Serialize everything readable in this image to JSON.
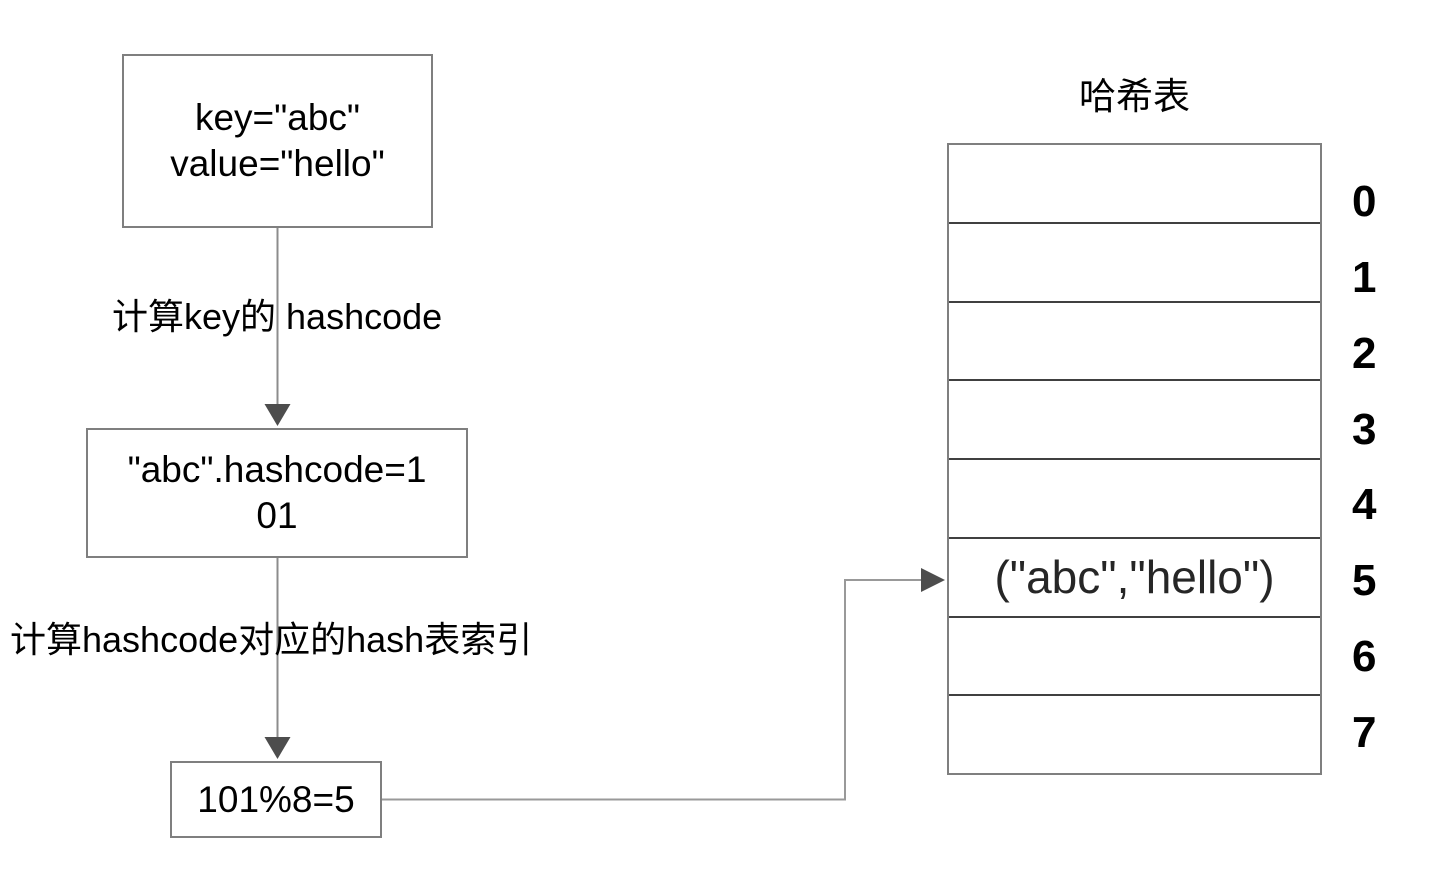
{
  "flow": {
    "input_box": {
      "line1": "key=\"abc\"",
      "line2": "value=\"hello\""
    },
    "step1_label": "计算key的 hashcode",
    "hashcode_box": {
      "line1": "\"abc\".hashcode=1",
      "line2": "01"
    },
    "step2_label": "计算hashcode对应的hash表索引",
    "modulo_box": {
      "text": "101%8=5"
    }
  },
  "hash_table": {
    "title": "哈希表",
    "rows": [
      {
        "index": "0",
        "content": ""
      },
      {
        "index": "1",
        "content": ""
      },
      {
        "index": "2",
        "content": ""
      },
      {
        "index": "3",
        "content": ""
      },
      {
        "index": "4",
        "content": ""
      },
      {
        "index": "5",
        "content": "(\"abc\",\"hello\")"
      },
      {
        "index": "6",
        "content": ""
      },
      {
        "index": "7",
        "content": ""
      }
    ]
  },
  "colors": {
    "box_border": "#7f7f7f",
    "arrow_line": "#8c8c8c",
    "arrowhead": "#4d4d4d",
    "row_divider": "#404040",
    "text": "#000000",
    "background": "#ffffff"
  }
}
